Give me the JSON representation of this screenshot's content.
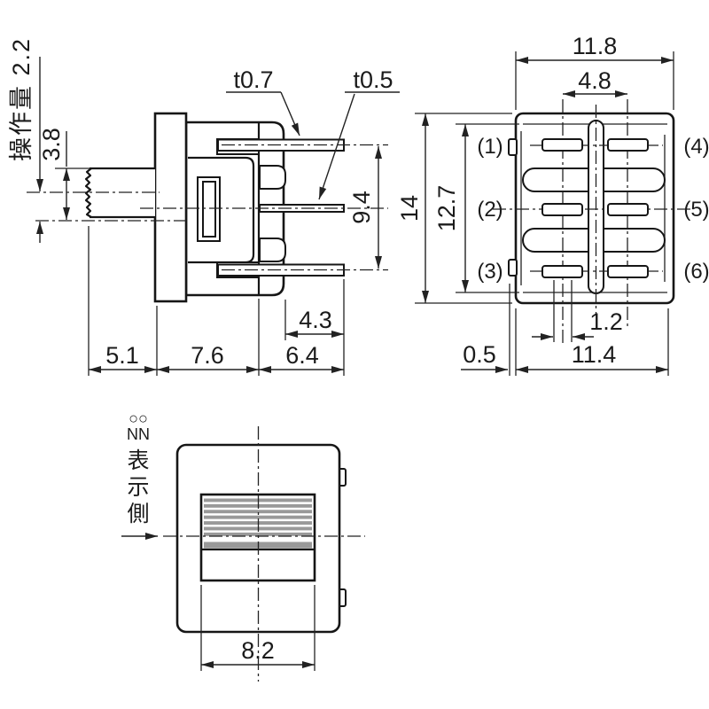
{
  "colors": {
    "line": "#1b1b1b",
    "knurl_stripe": "#999999",
    "background": "#ffffff"
  },
  "side_view": {
    "operation_travel_label": "操作量 2.2",
    "shaft_diameter": "3.8",
    "terminal_thickness_outer": "t0.7",
    "terminal_thickness_middle": "t0.5",
    "terminal_pitch_span": "9.4",
    "terminal_length": "4.3",
    "button_protrusion": "5.1",
    "body_depth": "7.6",
    "terminal_extension": "6.4"
  },
  "pin_view": {
    "body_width": "11.8",
    "pin_column_pitch": "4.8",
    "overall_height": "14",
    "inner_height": "12.7",
    "pin_width": "1.2",
    "side_offset": "0.5",
    "inner_width": "11.4",
    "pins": [
      "(1)",
      "(2)",
      "(3)",
      "(4)",
      "(5)",
      "(6)"
    ]
  },
  "front_view": {
    "marking_row1": "○○",
    "marking_row2": "NN",
    "marking_side_char1": "表",
    "marking_side_char2": "示",
    "marking_side_char3": "側",
    "button_width": "8.2"
  }
}
